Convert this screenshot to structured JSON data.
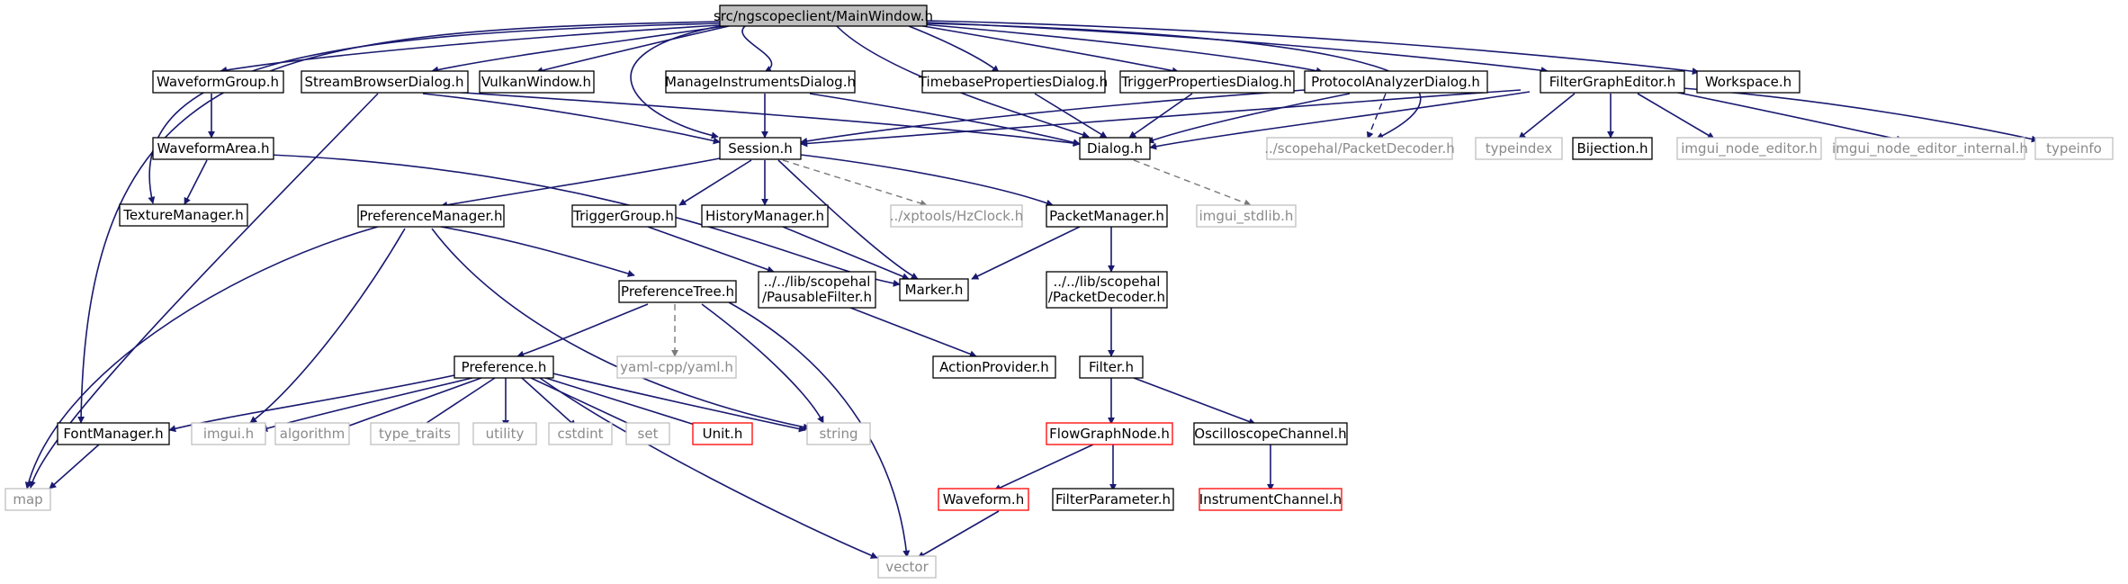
{
  "graph": {
    "root": "src/ngscopeclient/MainWindow.h",
    "colors": {
      "edge": "#191970",
      "dashed_edge": "#191970",
      "gray_edge": "#7a7a7a",
      "root_fill": "#bfbfbf",
      "missing_border": "#ff0000",
      "external_border": "#bfbfbf",
      "normal_border": "#000000"
    },
    "nodes": {
      "mainwindow": "src/ngscopeclient/MainWindow.h",
      "waveformgroup": "WaveformGroup.h",
      "streambrowser": "StreamBrowserDialog.h",
      "vulkanwindow": "VulkanWindow.h",
      "manageinstruments": "ManageInstrumentsDialog.h",
      "timebaseprops": "TimebasePropertiesDialog.h",
      "triggerprops": "TriggerPropertiesDialog.h",
      "protocolanalyzer": "ProtocolAnalyzerDialog.h",
      "filtergrapheditor": "FilterGraphEditor.h",
      "workspace": "Workspace.h",
      "waveformarea": "WaveformArea.h",
      "session": "Session.h",
      "dialog": "Dialog.h",
      "scopehal_packetdecoder": "../scopehal/PacketDecoder.h",
      "typeindex": "typeindex",
      "bijection": "Bijection.h",
      "imgui_node_editor": "imgui_node_editor.h",
      "imgui_node_editor_internal": "imgui_node_editor_internal.h",
      "typeinfo": "typeinfo",
      "texturemanager": "TextureManager.h",
      "preferencemanager": "PreferenceManager.h",
      "triggergroup": "TriggerGroup.h",
      "historymanager": "HistoryManager.h",
      "hzclock": "../xptools/HzClock.h",
      "packetmanager": "PacketManager.h",
      "imgui_stdlib": "imgui_stdlib.h",
      "marker": "Marker.h",
      "pausable_line1": "../../lib/scopehal",
      "pausable_line2": "/PausableFilter.h",
      "lib_packetdecoder_line1": "../../lib/scopehal",
      "lib_packetdecoder_line2": "/PacketDecoder.h",
      "preferencetree": "PreferenceTree.h",
      "yaml": "yaml-cpp/yaml.h",
      "actionprovider": "ActionProvider.h",
      "filter": "Filter.h",
      "preference": "Preference.h",
      "fontmanager": "FontManager.h",
      "imgui": "imgui.h",
      "algorithm": "algorithm",
      "type_traits": "type_traits",
      "utility": "utility",
      "cstdint": "cstdint",
      "set": "set",
      "unit": "Unit.h",
      "string": "string",
      "flowgraphnode": "FlowGraphNode.h",
      "oscilloscopechannel": "OscilloscopeChannel.h",
      "map": "map",
      "waveform": "Waveform.h",
      "filterparameter": "FilterParameter.h",
      "instrumentchannel": "InstrumentChannel.h",
      "vector": "vector"
    }
  }
}
